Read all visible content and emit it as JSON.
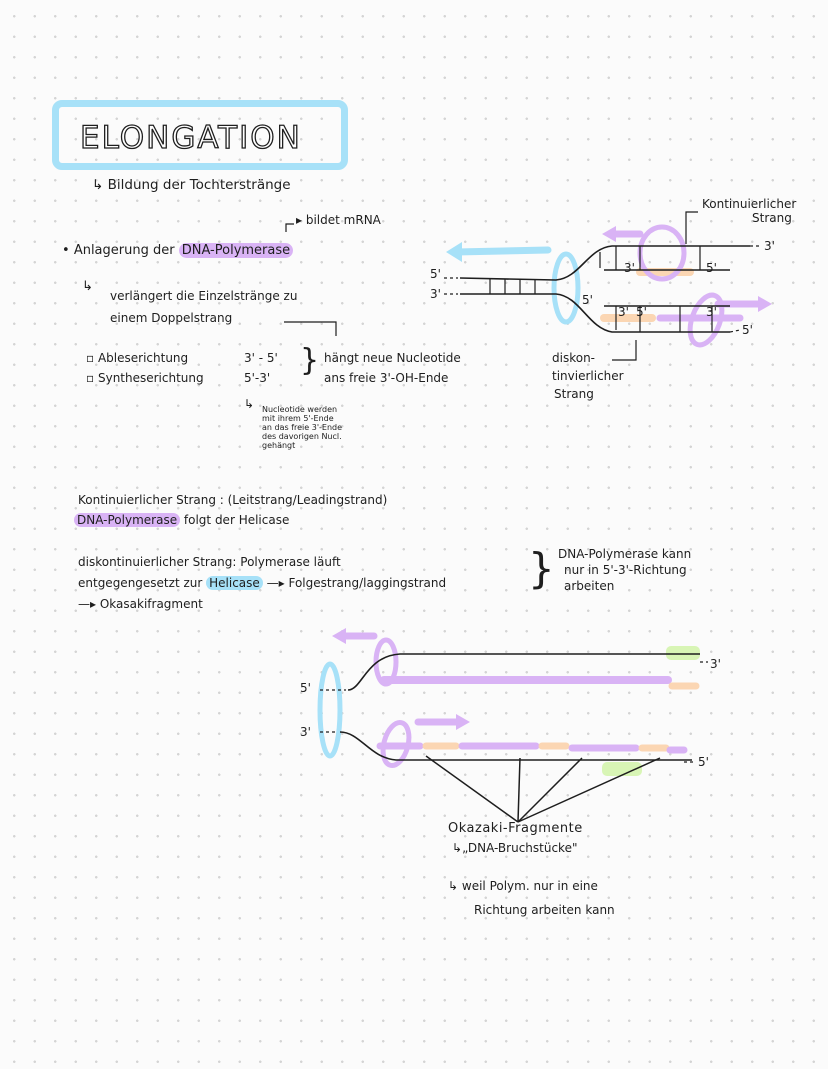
{
  "title": "ELONGATION",
  "subtitle": "Bildung der Tochterstränge",
  "bildet_note": "bildet mRNA",
  "bullet_prefix": "Anlagerung der",
  "bullet_highlight": "DNA-Polymerase",
  "extend_line1": "verlängert die Einzelstränge zu",
  "extend_line2": "einem Doppelstrang",
  "ablese_label": "Ableserichtung",
  "ablese_value": "3' - 5'",
  "synthese_label": "Syntheserichtung",
  "synthese_value": "5'-3'",
  "haengt_line1": "hängt neue Nucleotide",
  "haengt_line2": "ans freie 3'-OH-Ende",
  "nucleotide_note": [
    "Nucleotide werden",
    "mit ihrem 5'-Ende",
    "an das freie 3'-Ende",
    "des davorigen Nucl.",
    "gehängt"
  ],
  "kontinuierlich_line": "Kontinuierlicher Strang : (Leitstrang/Leadingstrand)",
  "polymerase_highlight": "DNA-Polymerase",
  "polymerase_follows": "folgt der Helicase",
  "diskont_line1": "diskontinuierlicher Strang: Polymerase läuft",
  "diskont_line2_pre": "entgegengesetzt zur",
  "helicase_highlight": "Helicase",
  "diskont_line2_post": "Folgestrang/laggingstrand",
  "okasaki": "Okasakifragment",
  "polymerase_note": [
    "DNA-Polymerase kann",
    "nur in 5'-3'-Richtung",
    "arbeiten"
  ],
  "diagram1": {
    "kontinuierlicher_strang": [
      "Kontinuierlicher",
      "Strang"
    ],
    "diskont_strang": [
      "diskon-",
      "tinvierlicher",
      "Strang"
    ],
    "labels": {
      "left_5": "5'",
      "left_3": "3'",
      "top_3": "3'",
      "top_5": "5'",
      "top_right_3": "3'",
      "mid_5": "5'",
      "mid_3": "3'",
      "mid_5b": "5'",
      "bottom_3": "3'",
      "bottom_right_5": "5'"
    }
  },
  "diagram2": {
    "labels": {
      "left_5": "5'",
      "left_3": "3'",
      "right_3": "3'",
      "right_5": "5'"
    },
    "okazaki_title": "Okazaki-Fragmente",
    "okazaki_sub": "„DNA-Bruchstücke\"",
    "okazaki_reason1": "weil Polym. nur in eine",
    "okazaki_reason2": "Richtung arbeiten kann"
  },
  "colors": {
    "cyan": "#a7e1f8",
    "purple": "#d9b3f5",
    "peach": "#fbd6b3",
    "lime": "#d8f5b5",
    "ink": "#1e1e1e"
  }
}
